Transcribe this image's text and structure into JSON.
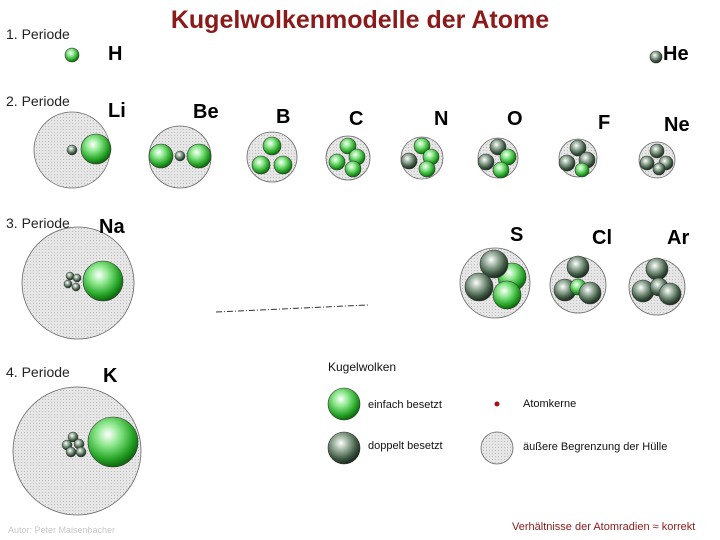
{
  "title": "Kugelwolkenmodelle der Atome",
  "periods": [
    "1. Periode",
    "2. Periode",
    "3. Periode",
    "4. Periode"
  ],
  "elements": {
    "H": "H",
    "He": "He",
    "Li": "Li",
    "Be": "Be",
    "B": "B",
    "C": "C",
    "N": "N",
    "O": "O",
    "F": "F",
    "Ne": "Ne",
    "Na": "Na",
    "S": "S",
    "Cl": "Cl",
    "Ar": "Ar",
    "K": "K"
  },
  "legend": {
    "title": "Kugelwolken",
    "single": "einfach besetzt",
    "double": "doppelt besetzt",
    "nuclei": "Atomkerne",
    "boundary": "äußere Begrenzung der Hülle"
  },
  "author": "Autor: Peter Maisenbacher",
  "ratio_note": "Verhältnisse der Atomradien ≈ korrekt",
  "colors": {
    "title": "#8b1a1a",
    "single_cloud": "#2ea82e",
    "double_cloud": "#3f5a44",
    "boundary": "#dcdcdc",
    "nucleus": "#aa1111"
  }
}
